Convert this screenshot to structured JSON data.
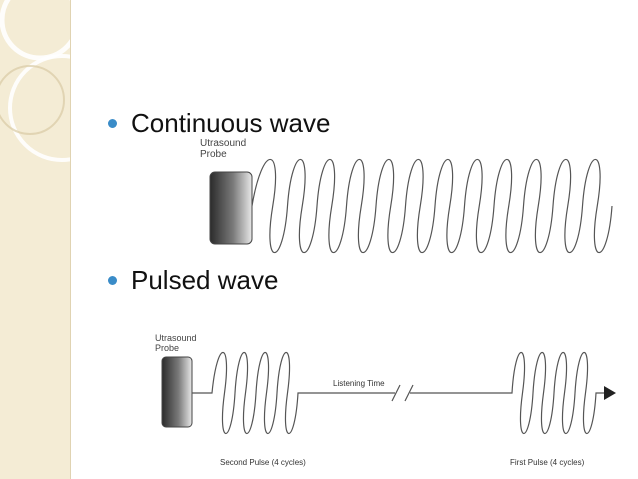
{
  "bullets": [
    {
      "text": "Continuous wave"
    },
    {
      "text": "Pulsed wave"
    }
  ],
  "continuous_diagram": {
    "probe_label_line1": "Utrasound",
    "probe_label_line2": "Probe",
    "cycles": 12
  },
  "pulsed_diagram": {
    "probe_label_line1": "Utrasound",
    "probe_label_line2": "Probe",
    "listening_label": "Listening Time",
    "second_pulse_label": "Second Pulse (4 cycles)",
    "first_pulse_label": "First Pulse (4 cycles)",
    "cycles_per_pulse": 4
  },
  "colors": {
    "sidebar": "#f4ecd5",
    "bullet": "#3a8cc8",
    "wave": "#555555"
  }
}
